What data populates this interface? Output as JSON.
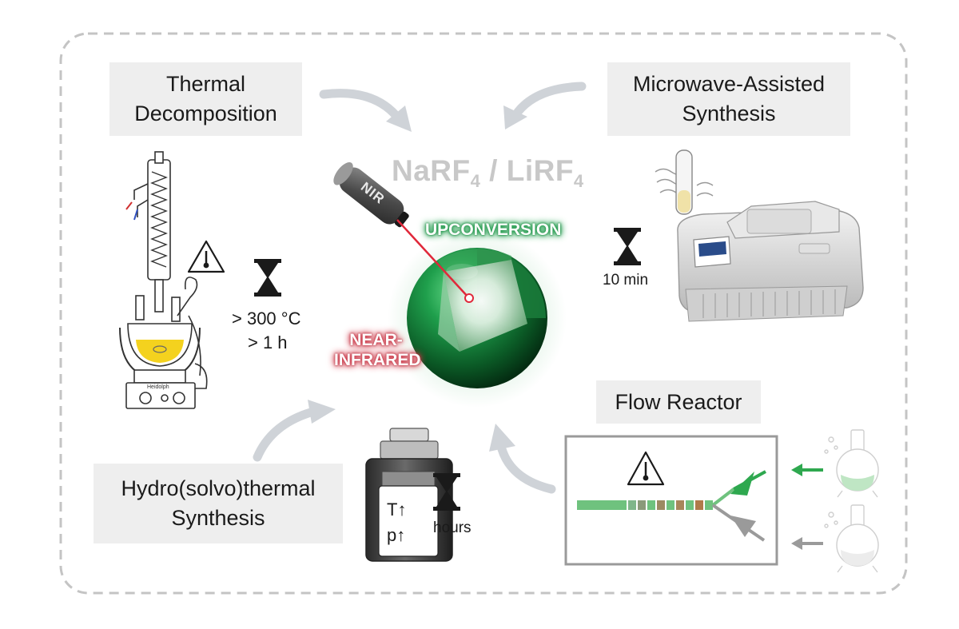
{
  "center": {
    "formula_a": "NaRF",
    "formula_sub_a": "4",
    "formula_sep": " / ",
    "formula_b": "LiRF",
    "formula_sub_b": "4",
    "upconversion_label": "UPCONVERSION",
    "nir_label_line1": "NEAR-",
    "nir_label_line2": "INFRARED",
    "laser_text": "NIR"
  },
  "methods": {
    "thermal": {
      "title_line1": "Thermal",
      "title_line2": "Decomposition",
      "temperature": "> 300 °C",
      "duration": "> 1 h",
      "hotplate_brand": "Heidolph"
    },
    "microwave": {
      "title_line1": "Microwave-Assisted",
      "title_line2": "Synthesis",
      "duration": "10 min"
    },
    "hydro": {
      "title_line1": "Hydro(solvo)thermal",
      "title_line2": "Synthesis",
      "vessel_line1": "T↑",
      "vessel_line2": "p↑",
      "duration": "hours"
    },
    "flow": {
      "title": "Flow Reactor"
    }
  },
  "colors": {
    "accent_green": "#2ea84f",
    "arrow_gray": "#c8cdd2",
    "laser_red": "#e0283a",
    "flask_yellow": "#f4d21e",
    "box_fill": "#eeeeee",
    "border_dash": "#c4c4c4"
  },
  "icons": [
    "hourglass-icon",
    "warning-thermometer-icon",
    "laser-pointer-icon",
    "nanoparticle-icon"
  ]
}
